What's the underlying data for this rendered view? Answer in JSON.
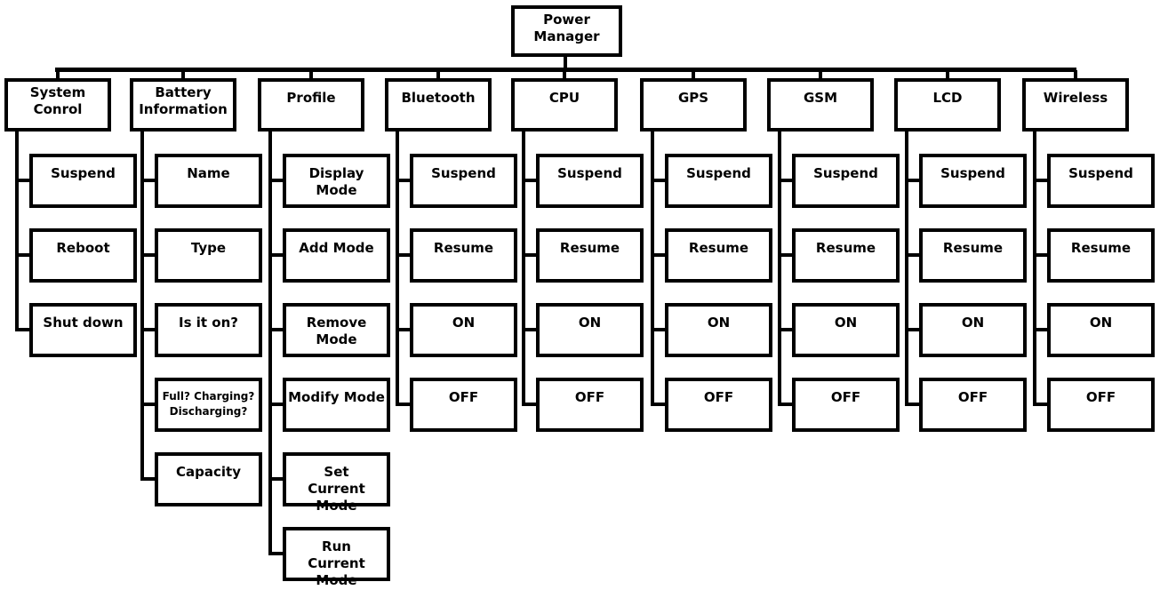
{
  "diagram": {
    "title": "Power Manager hierarchy",
    "line_color": "#000000",
    "background_color": "#ffffff",
    "root": {
      "label": "Power Manager"
    },
    "columns": [
      {
        "label": "System Conrol",
        "children": [
          "Suspend",
          "Reboot",
          "Shut down"
        ]
      },
      {
        "label": "Battery Information",
        "children": [
          "Name",
          "Type",
          "Is it on?",
          "Full? Charging? Discharging?",
          "Capacity"
        ]
      },
      {
        "label": "Profile",
        "children": [
          "Display Mode",
          "Add Mode",
          "Remove Mode",
          "Modify Mode",
          "Set Current Mode",
          "Run Current Mode"
        ]
      },
      {
        "label": "Bluetooth",
        "children": [
          "Suspend",
          "Resume",
          "ON",
          "OFF"
        ]
      },
      {
        "label": "CPU",
        "children": [
          "Suspend",
          "Resume",
          "ON",
          "OFF"
        ]
      },
      {
        "label": "GPS",
        "children": [
          "Suspend",
          "Resume",
          "ON",
          "OFF"
        ]
      },
      {
        "label": "GSM",
        "children": [
          "Suspend",
          "Resume",
          "ON",
          "OFF"
        ]
      },
      {
        "label": "LCD",
        "children": [
          "Suspend",
          "Resume",
          "ON",
          "OFF"
        ]
      },
      {
        "label": "Wireless",
        "children": [
          "Suspend",
          "Resume",
          "ON",
          "OFF"
        ]
      }
    ]
  }
}
